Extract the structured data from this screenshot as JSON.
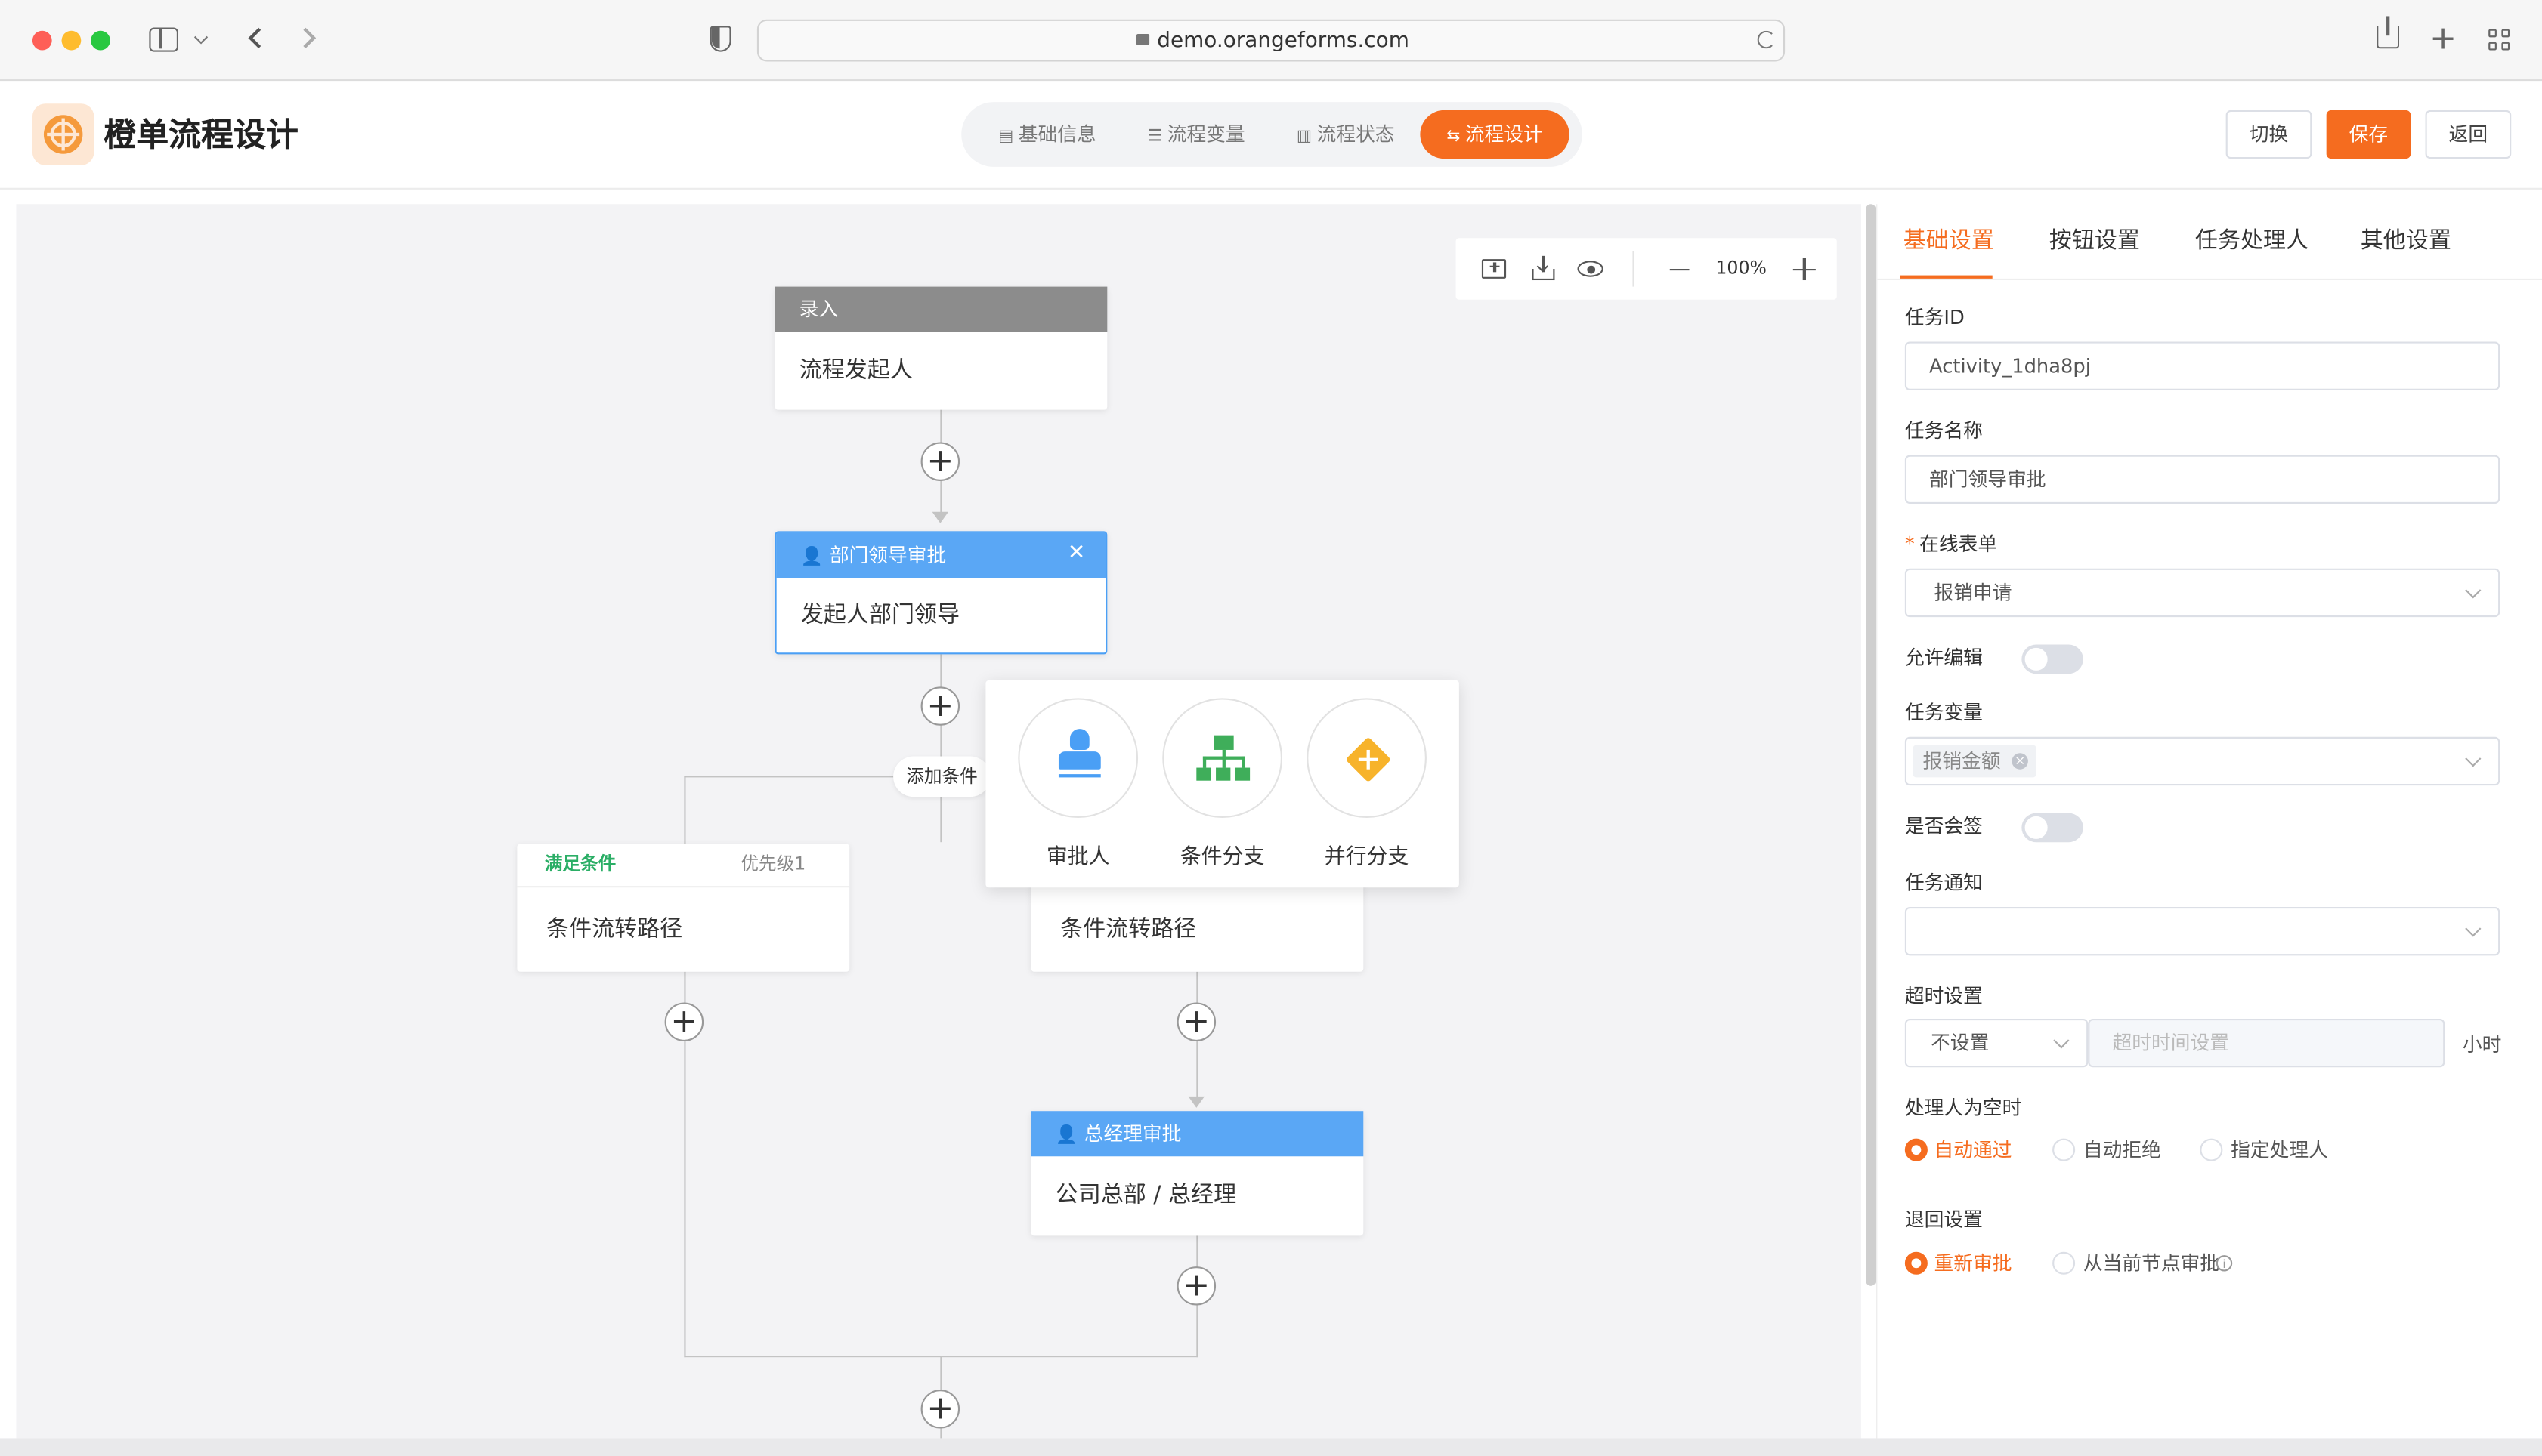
{
  "browser": {
    "url": "demo.orangeforms.com",
    "traffic_lights": [
      "#fe5f57",
      "#febc2e",
      "#28c840"
    ]
  },
  "header": {
    "title": "橙单流程设计",
    "tabs": [
      {
        "label": "基础信息",
        "icon": "doc-icon"
      },
      {
        "label": "流程变量",
        "icon": "list-icon"
      },
      {
        "label": "流程状态",
        "icon": "file-icon"
      },
      {
        "label": "流程设计",
        "icon": "flow-icon",
        "active": true
      }
    ],
    "buttons": {
      "switch": "切换",
      "save": "保存",
      "back": "返回"
    },
    "accent_color": "#f56c1f"
  },
  "canvas": {
    "zoom": "100%",
    "toolbar_icons": [
      "open-folder-icon",
      "download-icon",
      "preview-eye-icon",
      "zoom-out-icon",
      "zoom-in-icon"
    ],
    "nodes": {
      "start": {
        "header": "录入",
        "body": "流程发起人"
      },
      "dept_leader": {
        "header": "部门领导审批",
        "body": "发起人部门领导"
      },
      "add_condition": "添加条件",
      "cond_left": {
        "header": "满足条件",
        "priority": "优先级1",
        "body": "条件流转路径"
      },
      "cond_right": {
        "body": "条件流转路径"
      },
      "gm": {
        "header": "总经理审批",
        "body": "公司总部 / 总经理"
      }
    },
    "popover": [
      {
        "label": "审批人",
        "icon": "approver-icon",
        "color": "#4a9ff5"
      },
      {
        "label": "条件分支",
        "icon": "condition-branch-icon",
        "color": "#3fae5a"
      },
      {
        "label": "并行分支",
        "icon": "parallel-branch-icon",
        "color": "#f7b32b"
      }
    ]
  },
  "panel": {
    "tabs": [
      "基础设置",
      "按钮设置",
      "任务处理人",
      "其他设置"
    ],
    "active_tab": "基础设置",
    "task_id": {
      "label": "任务ID",
      "value": "Activity_1dha8pj"
    },
    "task_name": {
      "label": "任务名称",
      "value": "部门领导审批"
    },
    "online_form": {
      "label": "在线表单",
      "required_mark": "*",
      "value": "报销申请"
    },
    "allow_edit": {
      "label": "允许编辑",
      "on": false
    },
    "task_variables": {
      "label": "任务变量",
      "tags": [
        "报销金额"
      ]
    },
    "countersign": {
      "label": "是否会签",
      "on": false
    },
    "task_notify": {
      "label": "任务通知",
      "value": ""
    },
    "timeout": {
      "label": "超时设置",
      "select": "不设置",
      "placeholder": "超时时间设置",
      "unit": "小时"
    },
    "empty_handler": {
      "label": "处理人为空时",
      "options": [
        "自动通过",
        "自动拒绝",
        "指定处理人"
      ],
      "selected": 0
    },
    "reject": {
      "label": "退回设置",
      "options": [
        "重新审批",
        "从当前节点审批"
      ],
      "selected": 0
    }
  }
}
